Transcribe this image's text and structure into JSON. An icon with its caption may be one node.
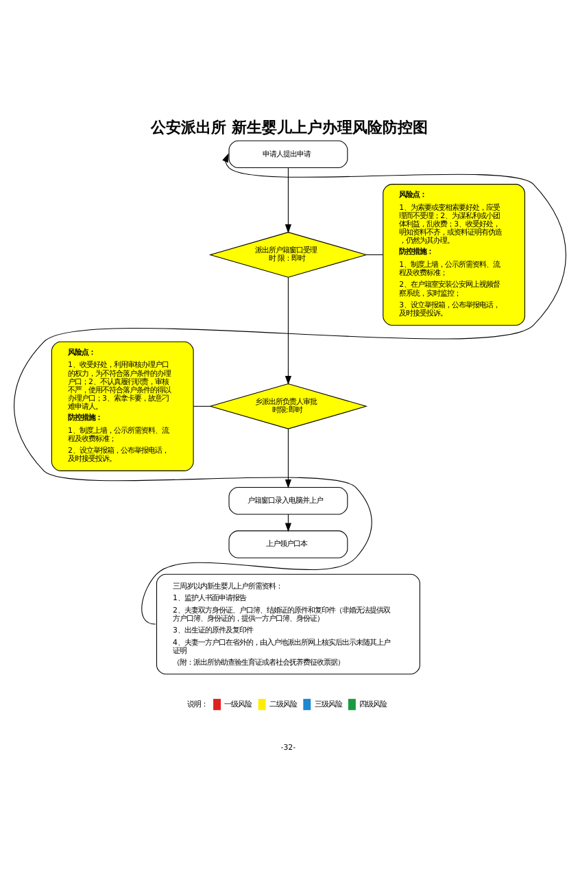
{
  "diagram": {
    "title": "公安派出所 新生婴儿上户办理风险防控图",
    "nodes": [
      {
        "text": [
          "申请人提出申请"
        ]
      },
      {
        "text": [
          "派出所户籍窗口受理",
          "时 限：即时"
        ]
      },
      {
        "text": [
          "乡派出所负责人审批",
          "时限:即时"
        ]
      },
      {
        "text": [
          "户籍窗口录入电脑并上户"
        ]
      },
      {
        "text": [
          "上户领户口本"
        ]
      },
      {
        "text": [
          "风险点：",
          "1、为索要或变相索要好处，应受理而不受理；2、为谋私利或小团体利益，乱收费；3、收受好处，明知资料不齐，或资料证明有伪造，仍然为其办理。",
          "防控措施：",
          "1、制度上墙，公示所需资料、流程及收费标准；",
          "2、在户籍室安装公安网上视频督察系统，实时监控；",
          "3、设立举报箱，公布举报电话，及时接受投诉。"
        ]
      },
      {
        "text": [
          "风险点：",
          "1、收受好处，利用审核办理户口的权力，为不符合落户条件的办理户口；2、不认真履行职责，审核不严，使用不符合落户条件的得以办理户口；3、索拿卡要，故意刁难申请人。",
          "防控措施：",
          "1、制度上墙，公示所需资料、流程及收费标准；",
          "2、设立举报箱，公布举报电话，及时接受投诉。"
        ]
      },
      {
        "text": [
          "三周岁以内新生婴儿上户所需资料：",
          "1、监护人书面申请报告",
          "2、夫妻双方身份证、户口簿、结婚证的原件和复印件（非婚无法提供双方户口簿、身份证的，提供一方户口簿、身份证）",
          "3、出生证的原件及复印件",
          "4、夫妻一方户口在省外的，由入户地派出所网上核实后出示未随其上户证明",
          "（附：派出所协助查验生育证或者社会抚养费征收票据）"
        ]
      }
    ],
    "edges": [
      {
        "from": 0,
        "to": 1,
        "arrow": "to"
      },
      {
        "from": 1,
        "to": 2,
        "arrow": "to"
      },
      {
        "from": 2,
        "to": 3,
        "arrow": "to"
      },
      {
        "from": 3,
        "to": 4,
        "arrow": "to"
      },
      {
        "from": 7,
        "to": 0,
        "arrow": "to"
      },
      {
        "from": 1,
        "to": 5,
        "arrow": "none"
      },
      {
        "from": 6,
        "to": 2,
        "arrow": "none"
      }
    ],
    "labels": [
      "说明：",
      "-32-"
    ],
    "legend": [
      {
        "text": "一级风险",
        "color": "#e02020"
      },
      {
        "text": "二级风险",
        "color": "#ffee00"
      },
      {
        "text": "三级风险",
        "color": "#1e88d0"
      },
      {
        "text": "四级风险",
        "color": "#1a9a40"
      }
    ]
  }
}
